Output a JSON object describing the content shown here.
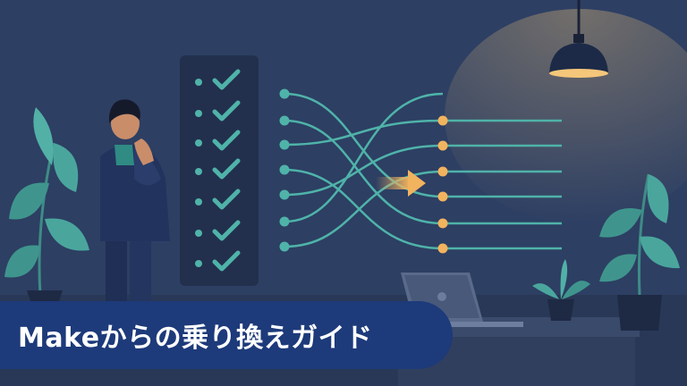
{
  "banner": {
    "title": "Makeからの乗り換えガイド"
  },
  "checklist": {
    "item_count": 7,
    "icon": "checkmark-icon"
  },
  "colors": {
    "background": "#2d3f63",
    "teal": "#4fb3a9",
    "orange": "#f2b35e",
    "banner": "#1d3a7a",
    "text": "#ffffff"
  },
  "icons": [
    "checklist-panel",
    "checkmark-icon",
    "arrow-right-icon",
    "pendant-lamp",
    "laptop",
    "plant",
    "person"
  ]
}
